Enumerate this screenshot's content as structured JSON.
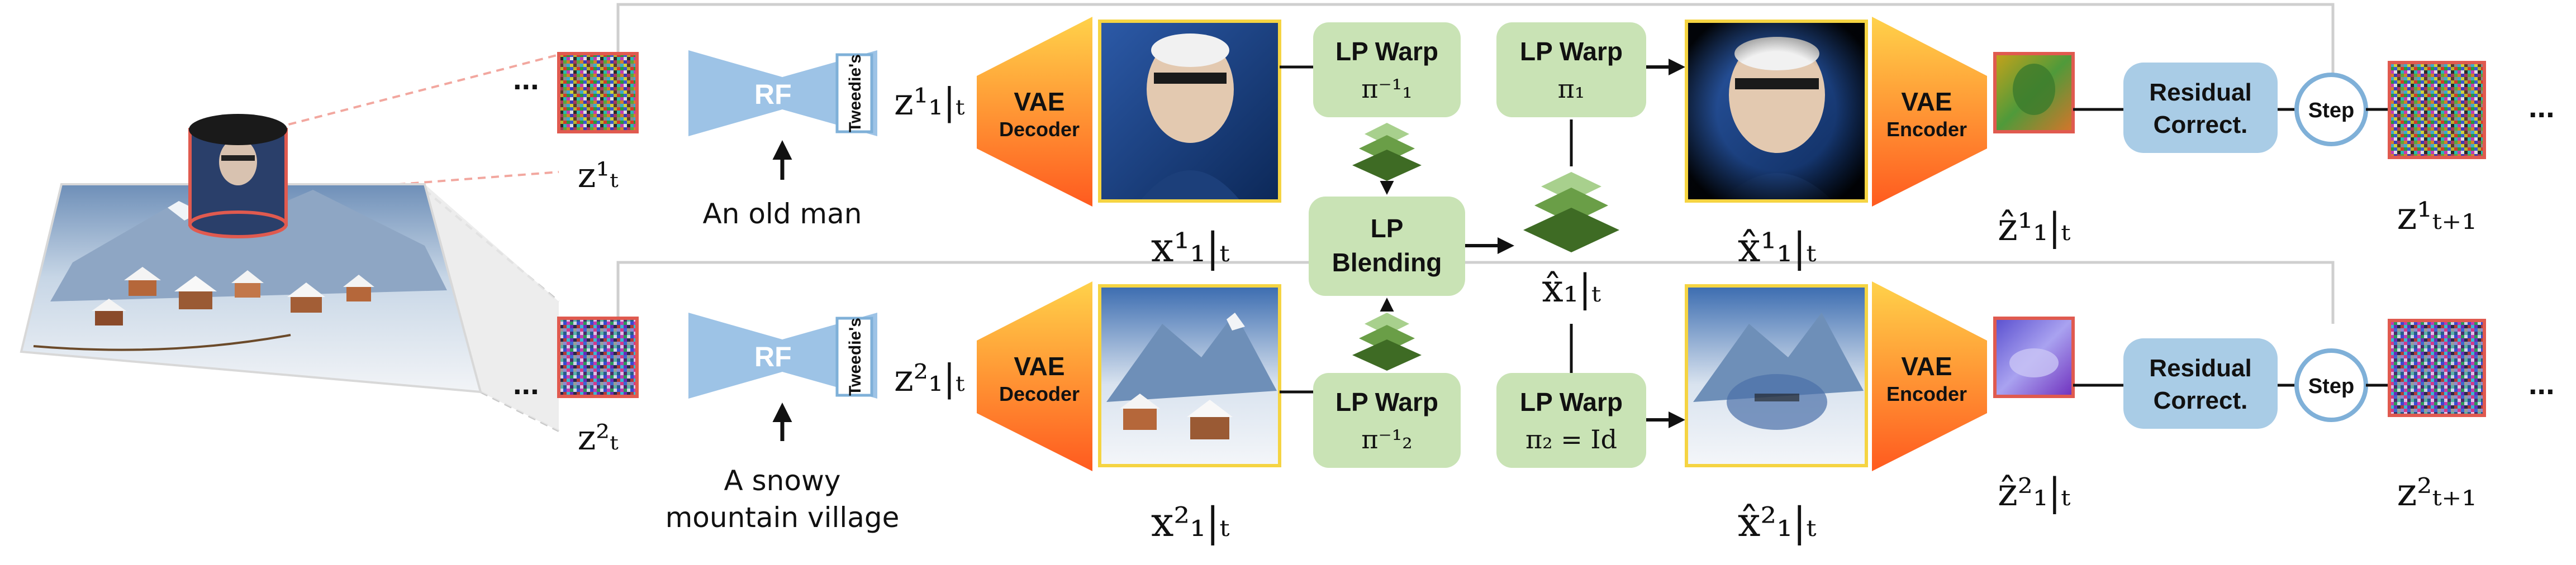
{
  "rows": [
    {
      "prompt_lines": [
        "An old man"
      ],
      "latent": "z¹ₜ",
      "x_clean": "x¹₁|ₜ",
      "warp_inverse": "π⁻¹₁",
      "warp_forward": "π₁",
      "x_hat": "x̂¹₁|ₜ",
      "z_hat": "ẑ¹₁|ₜ",
      "z_next": "z¹ₜ₊₁",
      "z_pred": "z¹₁|ₜ"
    },
    {
      "prompt_lines": [
        "A snowy",
        "mountain village"
      ],
      "latent": "z²ₜ",
      "x_clean": "x²₁|ₜ",
      "warp_inverse": "π⁻¹₂",
      "warp_forward": "π₂ = Id",
      "x_hat": "x̂²₁|ₜ",
      "z_hat": "ẑ²₁|ₜ",
      "z_next": "z²ₜ₊₁",
      "z_pred": "z²₁|ₜ"
    }
  ],
  "labels": {
    "rf": "RF",
    "tweedie": "Tweedie's",
    "vae": "VAE",
    "decoder": "Decoder",
    "encoder": "Encoder",
    "lp_warp": "LP Warp",
    "lp": "LP",
    "blending": "Blending",
    "residual_1": "Residual",
    "residual_2": "Correct.",
    "step": "Step",
    "ellipsis": "...",
    "x_hat_blend": "x̂₁|ₜ"
  },
  "colors": {
    "rf_blue": "#9dc3e6",
    "tweedie_border": "#7fb0d8",
    "green_box": "#c9e3b5",
    "green_dark": "#4e7a32",
    "green_light": "#a8d08d",
    "residual": "#a9cce6",
    "step_ring": "#7fb0d8",
    "latent_border": "#e05a4f",
    "image_border": "#f5d442",
    "vae_top": "#ffd24a",
    "vae_bottom": "#ff5a1f",
    "gray_line": "#cfcfcf"
  }
}
